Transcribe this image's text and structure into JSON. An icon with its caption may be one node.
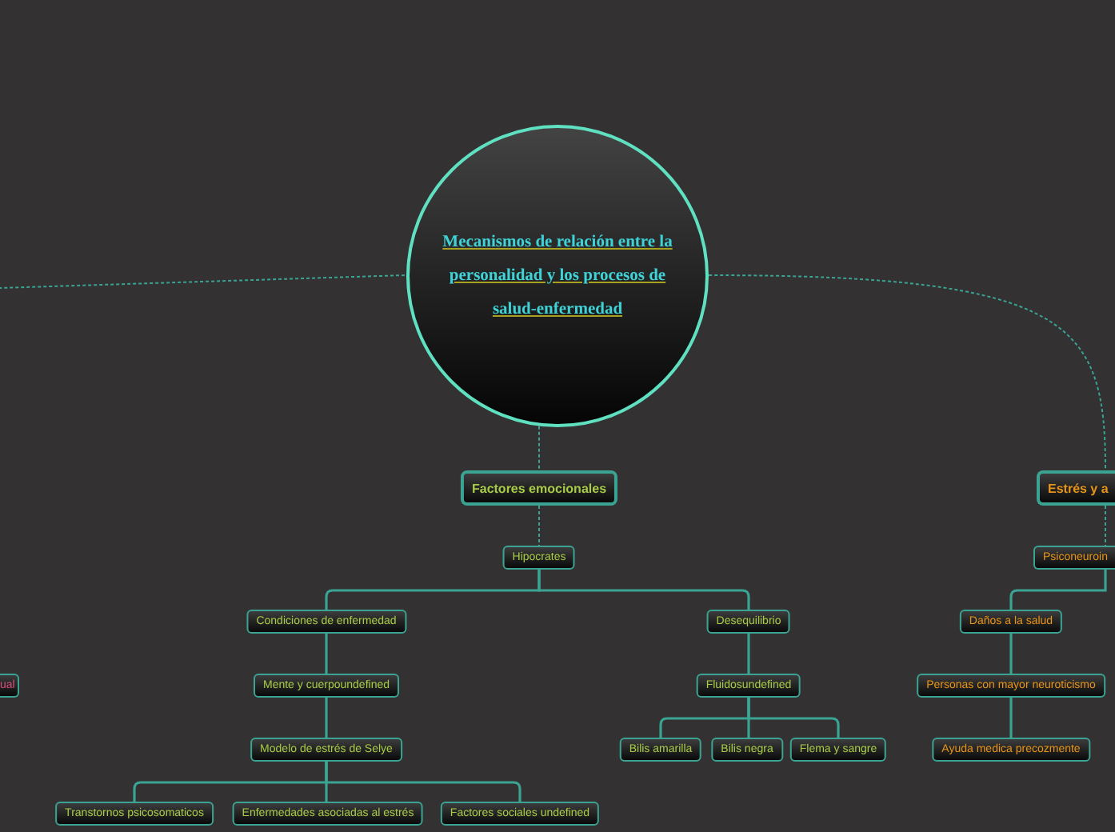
{
  "diagram": {
    "nodes": [
      {
        "text": [
          "Mecanismos de relación entre la personalidad y los procesos de salud-enfermedad"
        ]
      },
      {
        "text": [
          "Factores emocionales"
        ]
      },
      {
        "text": [
          "Hipocrates"
        ]
      },
      {
        "text": [
          "Condiciones de enfermedad"
        ]
      },
      {
        "text": [
          "Mente y cuerpoundefined"
        ]
      },
      {
        "text": [
          "Modelo de estrés de Selye"
        ]
      },
      {
        "text": [
          "Transtornos psicosomaticos"
        ]
      },
      {
        "text": [
          "Enfermedades asociadas al estrés"
        ]
      },
      {
        "text": [
          "Factores sociales undefined"
        ]
      },
      {
        "text": [
          "Desequilibrio"
        ]
      },
      {
        "text": [
          "Fluidosundefined"
        ]
      },
      {
        "text": [
          "Bilis amarilla"
        ]
      },
      {
        "text": [
          "Bilis negra"
        ]
      },
      {
        "text": [
          "Flema y sangre"
        ]
      },
      {
        "text": [
          "Estrés y a"
        ]
      },
      {
        "text": [
          "Psiconeuroin"
        ]
      },
      {
        "text": [
          "Daños a la salud"
        ]
      },
      {
        "text": [
          "Personas con mayor neuroticismo"
        ]
      },
      {
        "text": [
          "Ayuda medica precozmente"
        ]
      },
      {
        "text": [
          "ual"
        ]
      }
    ],
    "edges": [
      {
        "from": 0,
        "to": 1,
        "arrow": "none",
        "style": "dashed"
      },
      {
        "from": 0,
        "to": 14,
        "arrow": "none",
        "style": "dashed"
      },
      {
        "from": 0,
        "to": null,
        "arrow": "none",
        "style": "dashed"
      },
      {
        "from": 1,
        "to": 2,
        "arrow": "none",
        "style": "dashed"
      },
      {
        "from": 2,
        "to": 3,
        "arrow": "none"
      },
      {
        "from": 2,
        "to": 9,
        "arrow": "none"
      },
      {
        "from": 3,
        "to": 4,
        "arrow": "none"
      },
      {
        "from": 4,
        "to": 5,
        "arrow": "none"
      },
      {
        "from": 5,
        "to": 6,
        "arrow": "none"
      },
      {
        "from": 5,
        "to": 7,
        "arrow": "none"
      },
      {
        "from": 5,
        "to": 8,
        "arrow": "none"
      },
      {
        "from": 9,
        "to": 10,
        "arrow": "none"
      },
      {
        "from": 10,
        "to": 11,
        "arrow": "none"
      },
      {
        "from": 10,
        "to": 12,
        "arrow": "none"
      },
      {
        "from": 10,
        "to": 13,
        "arrow": "none"
      },
      {
        "from": 14,
        "to": 15,
        "arrow": "none",
        "style": "dashed"
      },
      {
        "from": 15,
        "to": 16,
        "arrow": "none"
      },
      {
        "from": 16,
        "to": 17,
        "arrow": "none"
      },
      {
        "from": 17,
        "to": 18,
        "arrow": "none"
      }
    ]
  }
}
